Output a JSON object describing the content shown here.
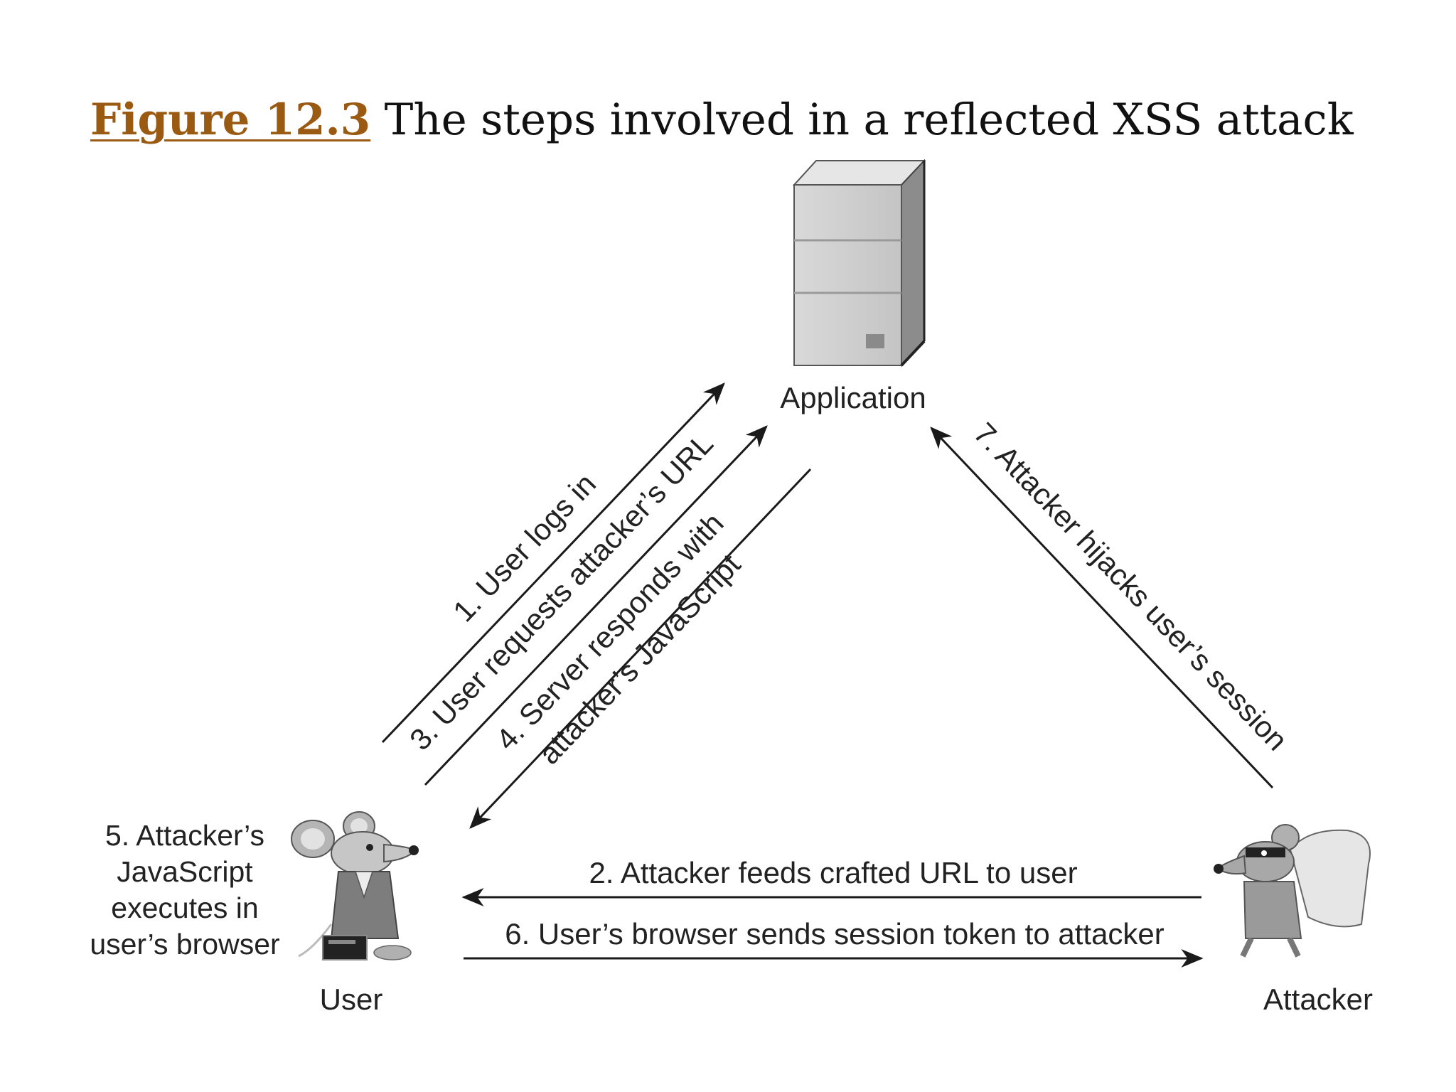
{
  "caption": {
    "figure_ref": "Figure 12.3",
    "title": "The steps involved in a reflected XSS attack"
  },
  "nodes": {
    "application": "Application",
    "user": "User",
    "attacker": "Attacker"
  },
  "steps": {
    "s1": "1. User logs in",
    "s2": "2. Attacker feeds crafted URL to user",
    "s3": "3. User requests attacker’s URL",
    "s4a": "4. Server responds with",
    "s4b": "attacker’s JavaScript",
    "s5": [
      "5. Attacker’s",
      "JavaScript",
      "executes in",
      "user’s browser"
    ],
    "s6": "6. User’s browser sends session token to attacker",
    "s7": "7. Attacker hijacks user’s session"
  },
  "icons": {
    "server": "server-icon",
    "user": "user-mouse-icon",
    "attacker": "attacker-mouse-icon"
  },
  "colors": {
    "caption_link": "#9a5a12",
    "lines": "#1a1a1a"
  }
}
